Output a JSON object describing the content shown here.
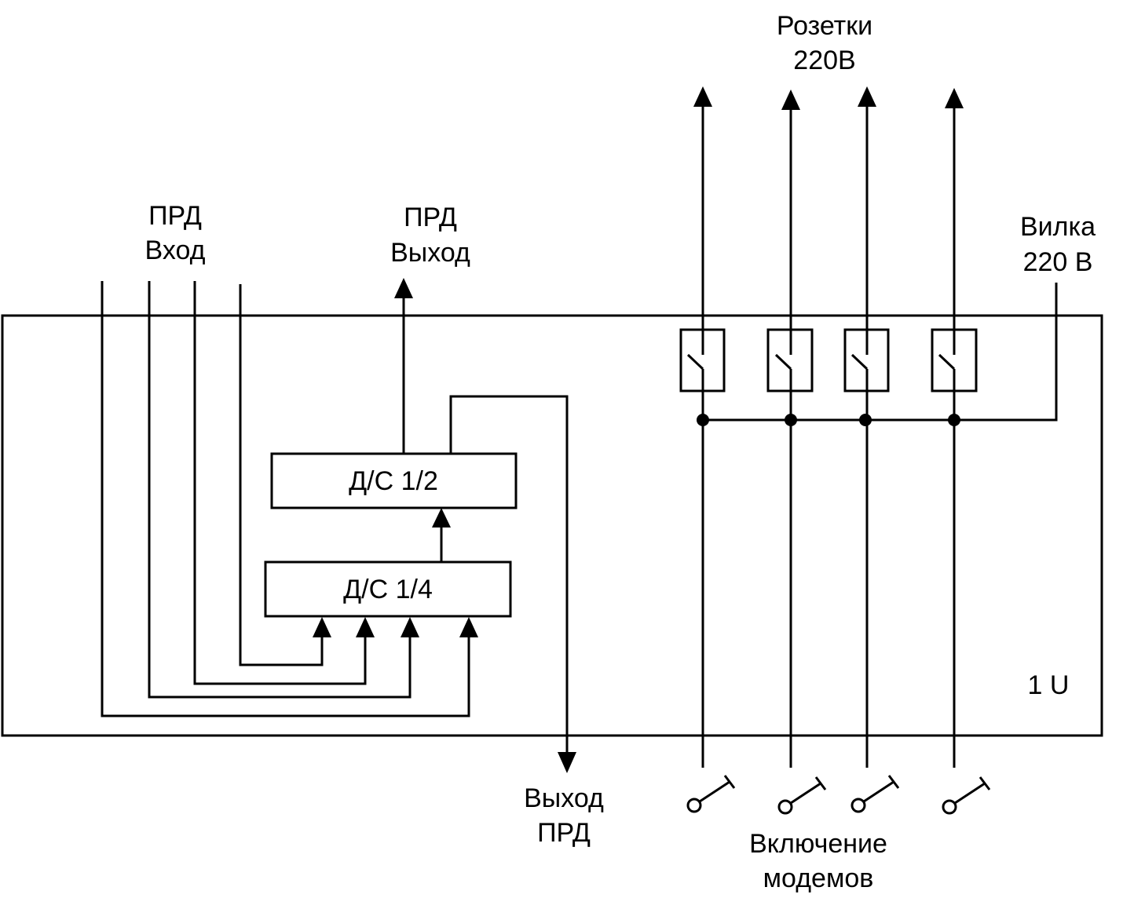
{
  "labels": {
    "prd_input_line1": "ПРД",
    "prd_input_line2": "Вход",
    "prd_output_line1": "ПРД",
    "prd_output_line2": "Выход",
    "sockets_line1": "Розетки",
    "sockets_line2": "220В",
    "plug_line1": "Вилка",
    "plug_line2": "220 В",
    "ds_half": "Д/С 1/2",
    "ds_quarter": "Д/С 1/4",
    "rack_unit": "1 U",
    "output_prd_line1": "Выход",
    "output_prd_line2": "ПРД",
    "modems_on_line1": "Включение",
    "modems_on_line2": "модемов"
  },
  "colors": {
    "stroke": "#000000",
    "background": "#ffffff"
  }
}
